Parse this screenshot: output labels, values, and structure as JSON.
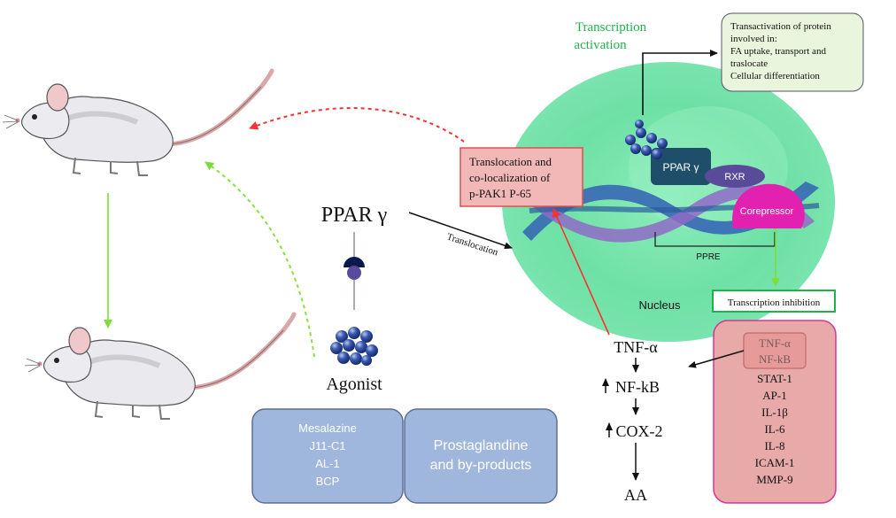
{
  "texts": {
    "transcription_activation_1": "Transcription",
    "transcription_activation_2": "activation",
    "transactivation_lines": [
      "Transactivation of protein",
      "involved in:",
      "FA uptake, transport and",
      "traslocate",
      "Cellular differentiation"
    ],
    "translocation_box_lines": [
      "Translocation and",
      "co-localization of",
      "p-PAK1 P-65"
    ],
    "ppar_gamma_label": "PPAR γ",
    "ppar_gamma_receptor": "PPAR γ",
    "rxr": "RXR",
    "corepressor": "Corepressor",
    "ppre": "PPRE",
    "nucleus": "Nucleus",
    "translocation_arrow_label": "Translocation",
    "agonist": "Agonist",
    "transcription_inhibition": "Transcription inhibition",
    "cascade": {
      "tnf": "TNF-α",
      "nfkb": "NF-kB",
      "cox2": "COX-2",
      "aa": "AA"
    },
    "inhibited_list": [
      "STAT-1",
      "AP-1",
      "IL-1β",
      "IL-6",
      "IL-8",
      "ICAM-1",
      "MMP-9"
    ],
    "inhibited_top": [
      "TNF-α",
      "NF-kB"
    ],
    "agonists_list": [
      "Mesalazine",
      "J11-C1",
      "AL-1",
      "BCP"
    ],
    "prostaglandine_lines": [
      "Prostaglandine",
      "and by-products"
    ]
  },
  "colors": {
    "nucleus_green": "#5ed99a",
    "activation_green": "#22b14c",
    "red_box_fill": "#f2b8b8",
    "red_box_stroke": "#e05050",
    "pink_box_fill": "#e8a9a9",
    "pink_box_stroke": "#d6359a",
    "blue_box_fill": "#9fb7dc",
    "blue_box_stroke": "#5a6f96",
    "green_box_fill": "#e9f5dc",
    "ppar_teal": "#1f4e6b",
    "rxr_purple": "#5a4b9a",
    "corepressor_magenta": "#e321b0",
    "red_arrow": "#ff3030",
    "green_arrow": "#66dd22"
  }
}
